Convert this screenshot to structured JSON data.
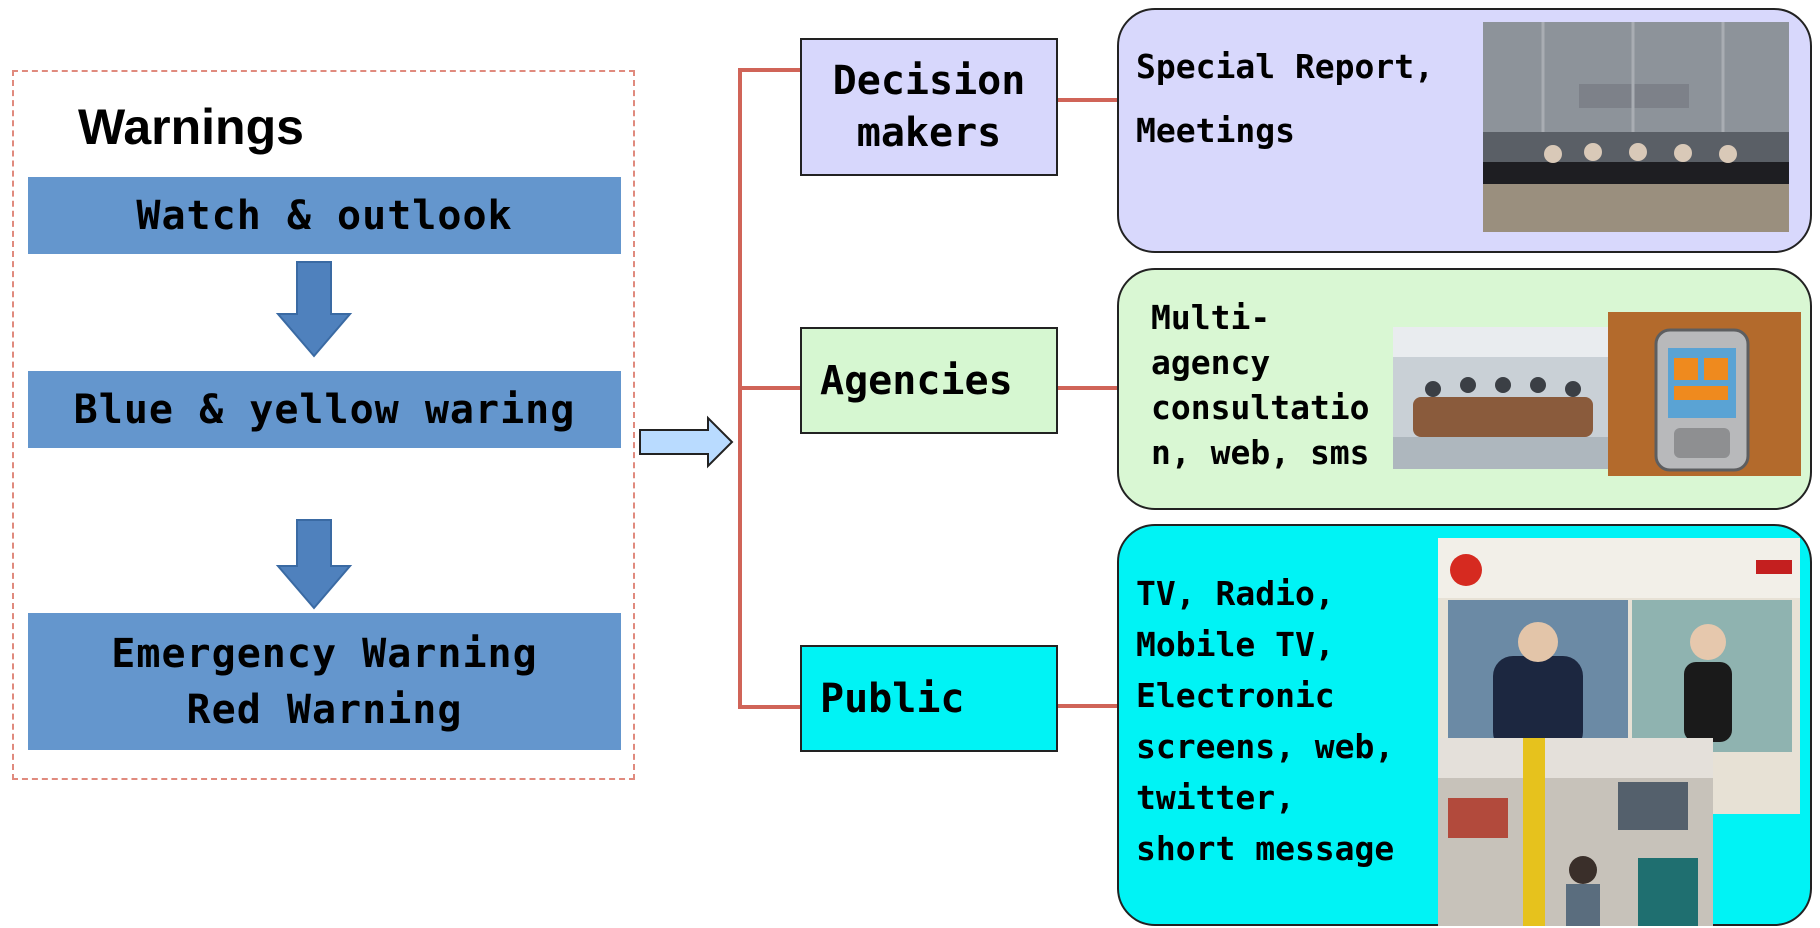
{
  "warnings": {
    "title": "Warnings",
    "levels": [
      {
        "lines": [
          "Watch & outlook"
        ]
      },
      {
        "lines": [
          "Blue & yellow waring"
        ]
      },
      {
        "lines": [
          "Emergency Warning",
          "Red Warning"
        ]
      }
    ]
  },
  "audiences": [
    {
      "lines": [
        "Decision",
        "makers"
      ],
      "color": "#d7d7fc"
    },
    {
      "lines": [
        "Agencies"
      ],
      "color": "#d6f7d1"
    },
    {
      "lines": [
        "Public"
      ],
      "color": "#00f3f5"
    }
  ],
  "channels": [
    {
      "lines": [
        "Special Report,",
        "Meetings"
      ],
      "color": "#d8d8fc"
    },
    {
      "lines": [
        "Multi-",
        "agency",
        "consultatio",
        "n, web, sms"
      ],
      "color": "#d9f7d3"
    },
    {
      "lines": [
        "TV, Radio,",
        "Mobile TV,",
        "Electronic",
        "screens, web,",
        "twitter,",
        "short message"
      ],
      "color": "#00f3f5"
    }
  ],
  "colors": {
    "level_fill": "#6496cd",
    "connector_line": "#d06458",
    "arrow_fill": "#4f81bd",
    "flow_arrow_fill": "#9dc3ee",
    "panel_border": "#e08a7e"
  },
  "images": [
    {
      "name": "meeting-room-photo"
    },
    {
      "name": "consultation-photo"
    },
    {
      "name": "mobile-phone-photo"
    },
    {
      "name": "tv-broadcast-photo"
    },
    {
      "name": "bus-screen-photo"
    }
  ]
}
